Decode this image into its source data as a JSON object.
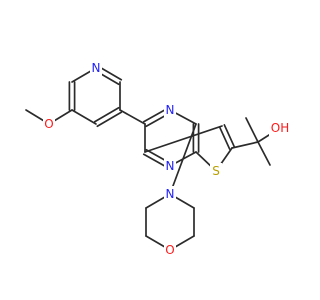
{
  "molecule": {
    "atoms": [
      {
        "id": "N_pyr",
        "label": "N"
      },
      {
        "id": "O_methoxy",
        "label": "O"
      },
      {
        "id": "N_pym1",
        "label": "N"
      },
      {
        "id": "N_pym3",
        "label": "N"
      },
      {
        "id": "S_thio",
        "label": "S"
      },
      {
        "id": "OH",
        "label": "OH"
      },
      {
        "id": "N_morph",
        "label": "N"
      },
      {
        "id": "O_morph",
        "label": "O"
      }
    ],
    "colors": {
      "bond": "#2b2b2b",
      "N": "#2121ff",
      "O": "#ff1a1a",
      "S": "#b8a000"
    }
  }
}
